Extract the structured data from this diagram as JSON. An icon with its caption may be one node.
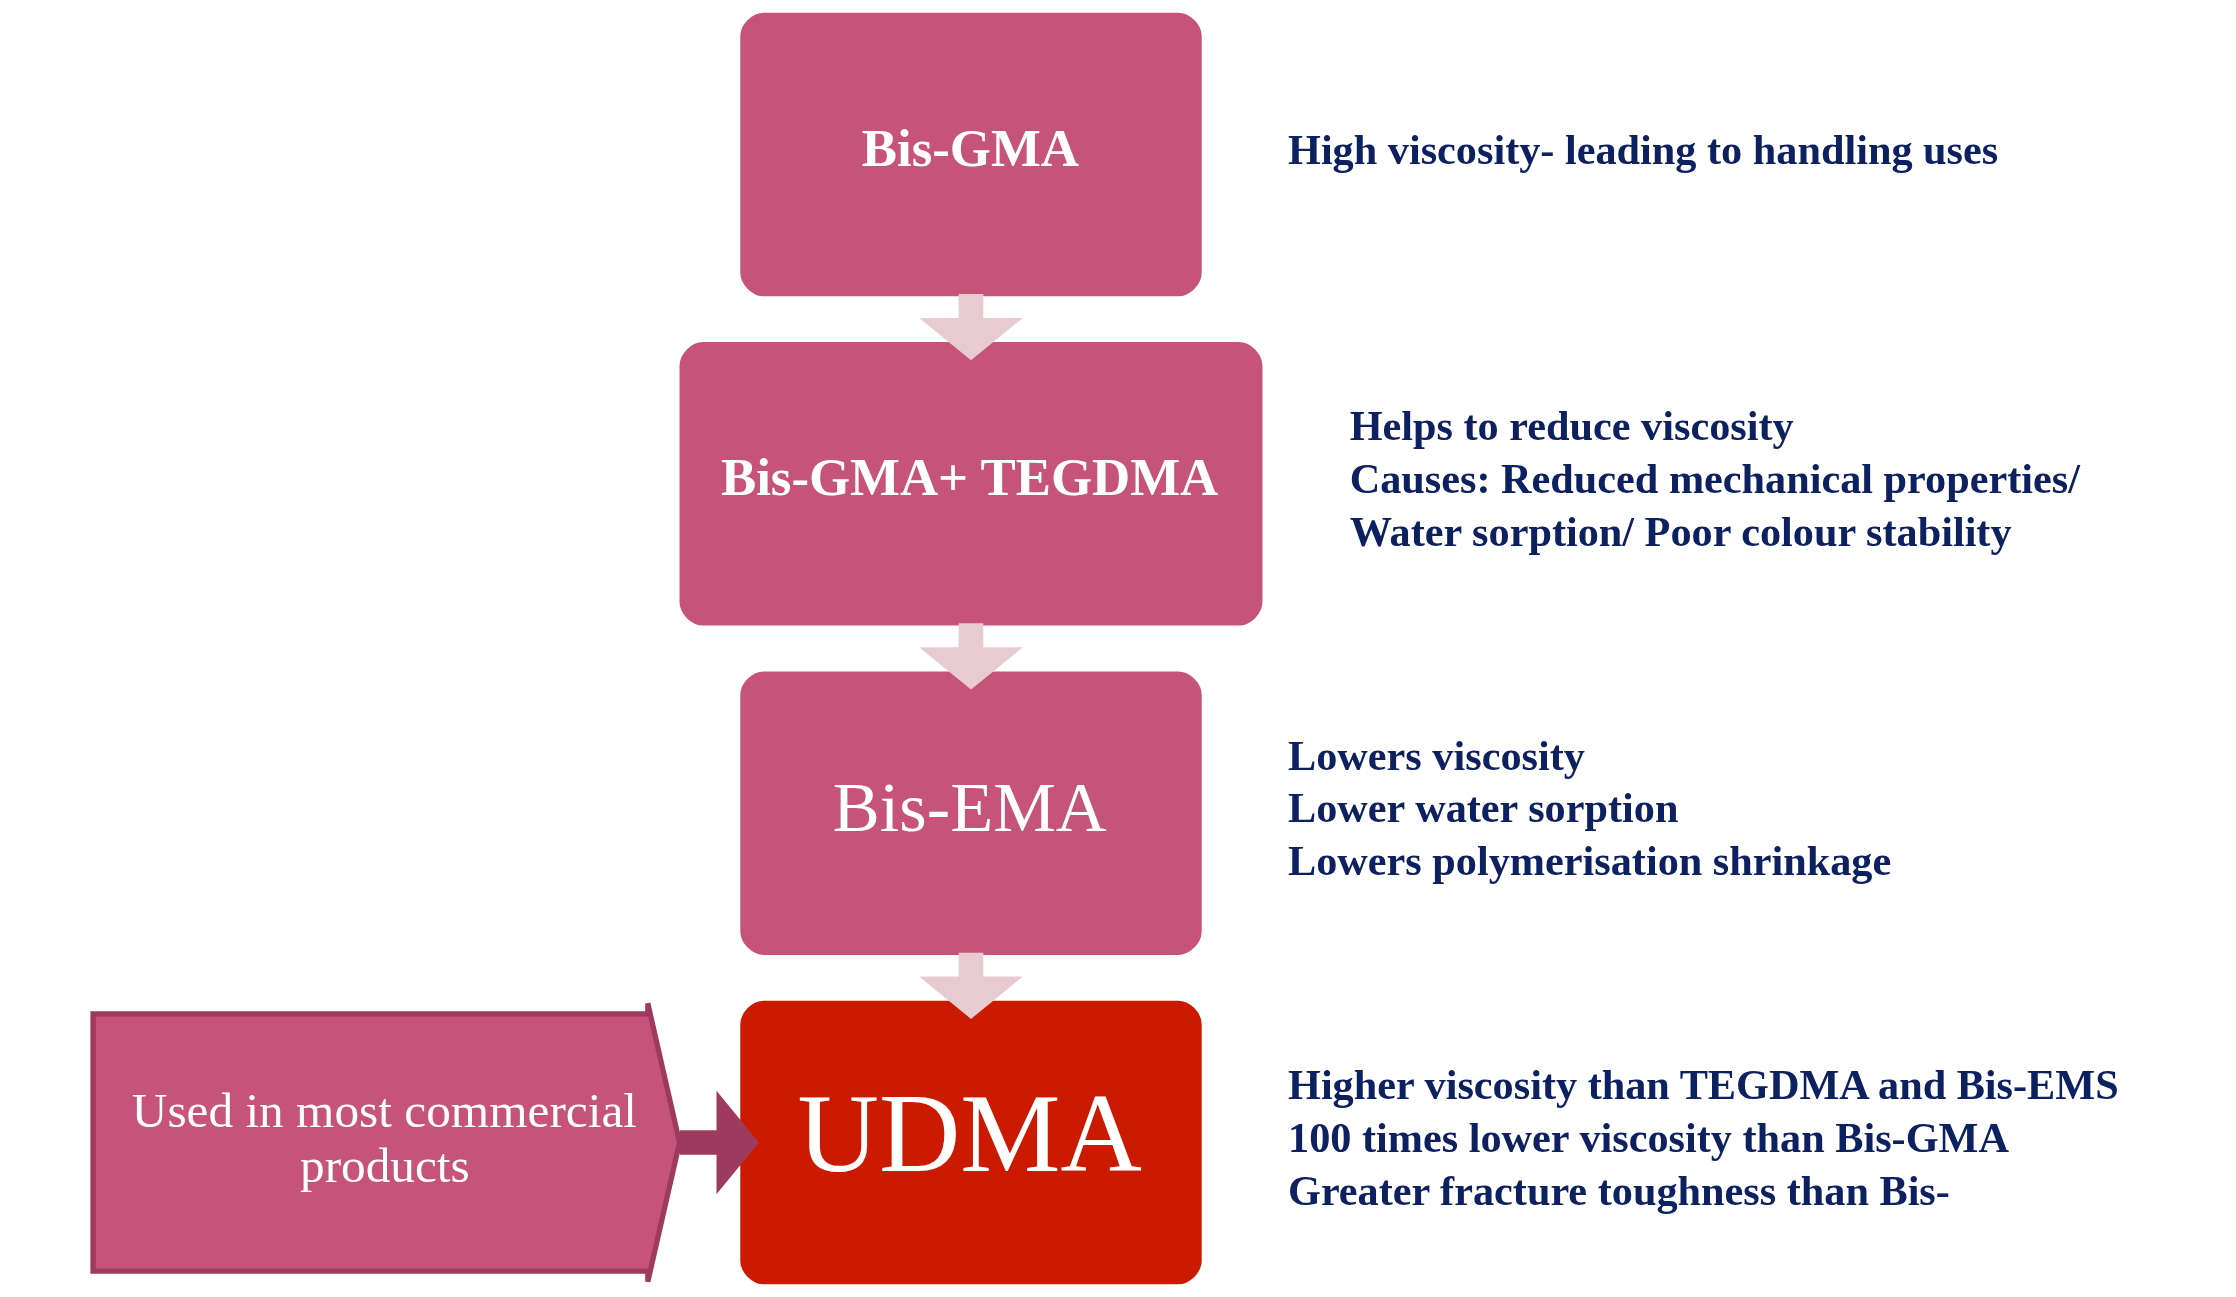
{
  "diagram": {
    "nodes": [
      {
        "text": [
          "Bis-GMA"
        ],
        "beside": [
          "High viscosity- leading to handling uses"
        ]
      },
      {
        "text": [
          "Bis-GMA+ TEGDMA"
        ],
        "beside": [
          "Helps to reduce viscosity",
          "Causes: Reduced mechanical properties/ Water sorption/ Poor colour stability"
        ]
      },
      {
        "text": [
          "Bis-EMA"
        ],
        "beside": [
          "Lowers viscosity",
          "Lower water sorption",
          "Lowers polymerisation shrinkage"
        ]
      },
      {
        "text": [
          "UDMA"
        ],
        "beside": [
          "Higher viscosity than TEGDMA and Bis-EMS",
          "100 times lower viscosity than Bis-GMA",
          "Greater fracture toughness than Bis-"
        ]
      },
      {
        "text": [
          "Used in most commercial products"
        ]
      }
    ],
    "edges": [
      {
        "from": 0,
        "to": 1,
        "arrow": "to"
      },
      {
        "from": 1,
        "to": 2,
        "arrow": "to"
      },
      {
        "from": 2,
        "to": 3,
        "arrow": "to"
      },
      {
        "from": 4,
        "to": 3,
        "arrow": "to",
        "color": "#9e3a5e"
      }
    ]
  }
}
